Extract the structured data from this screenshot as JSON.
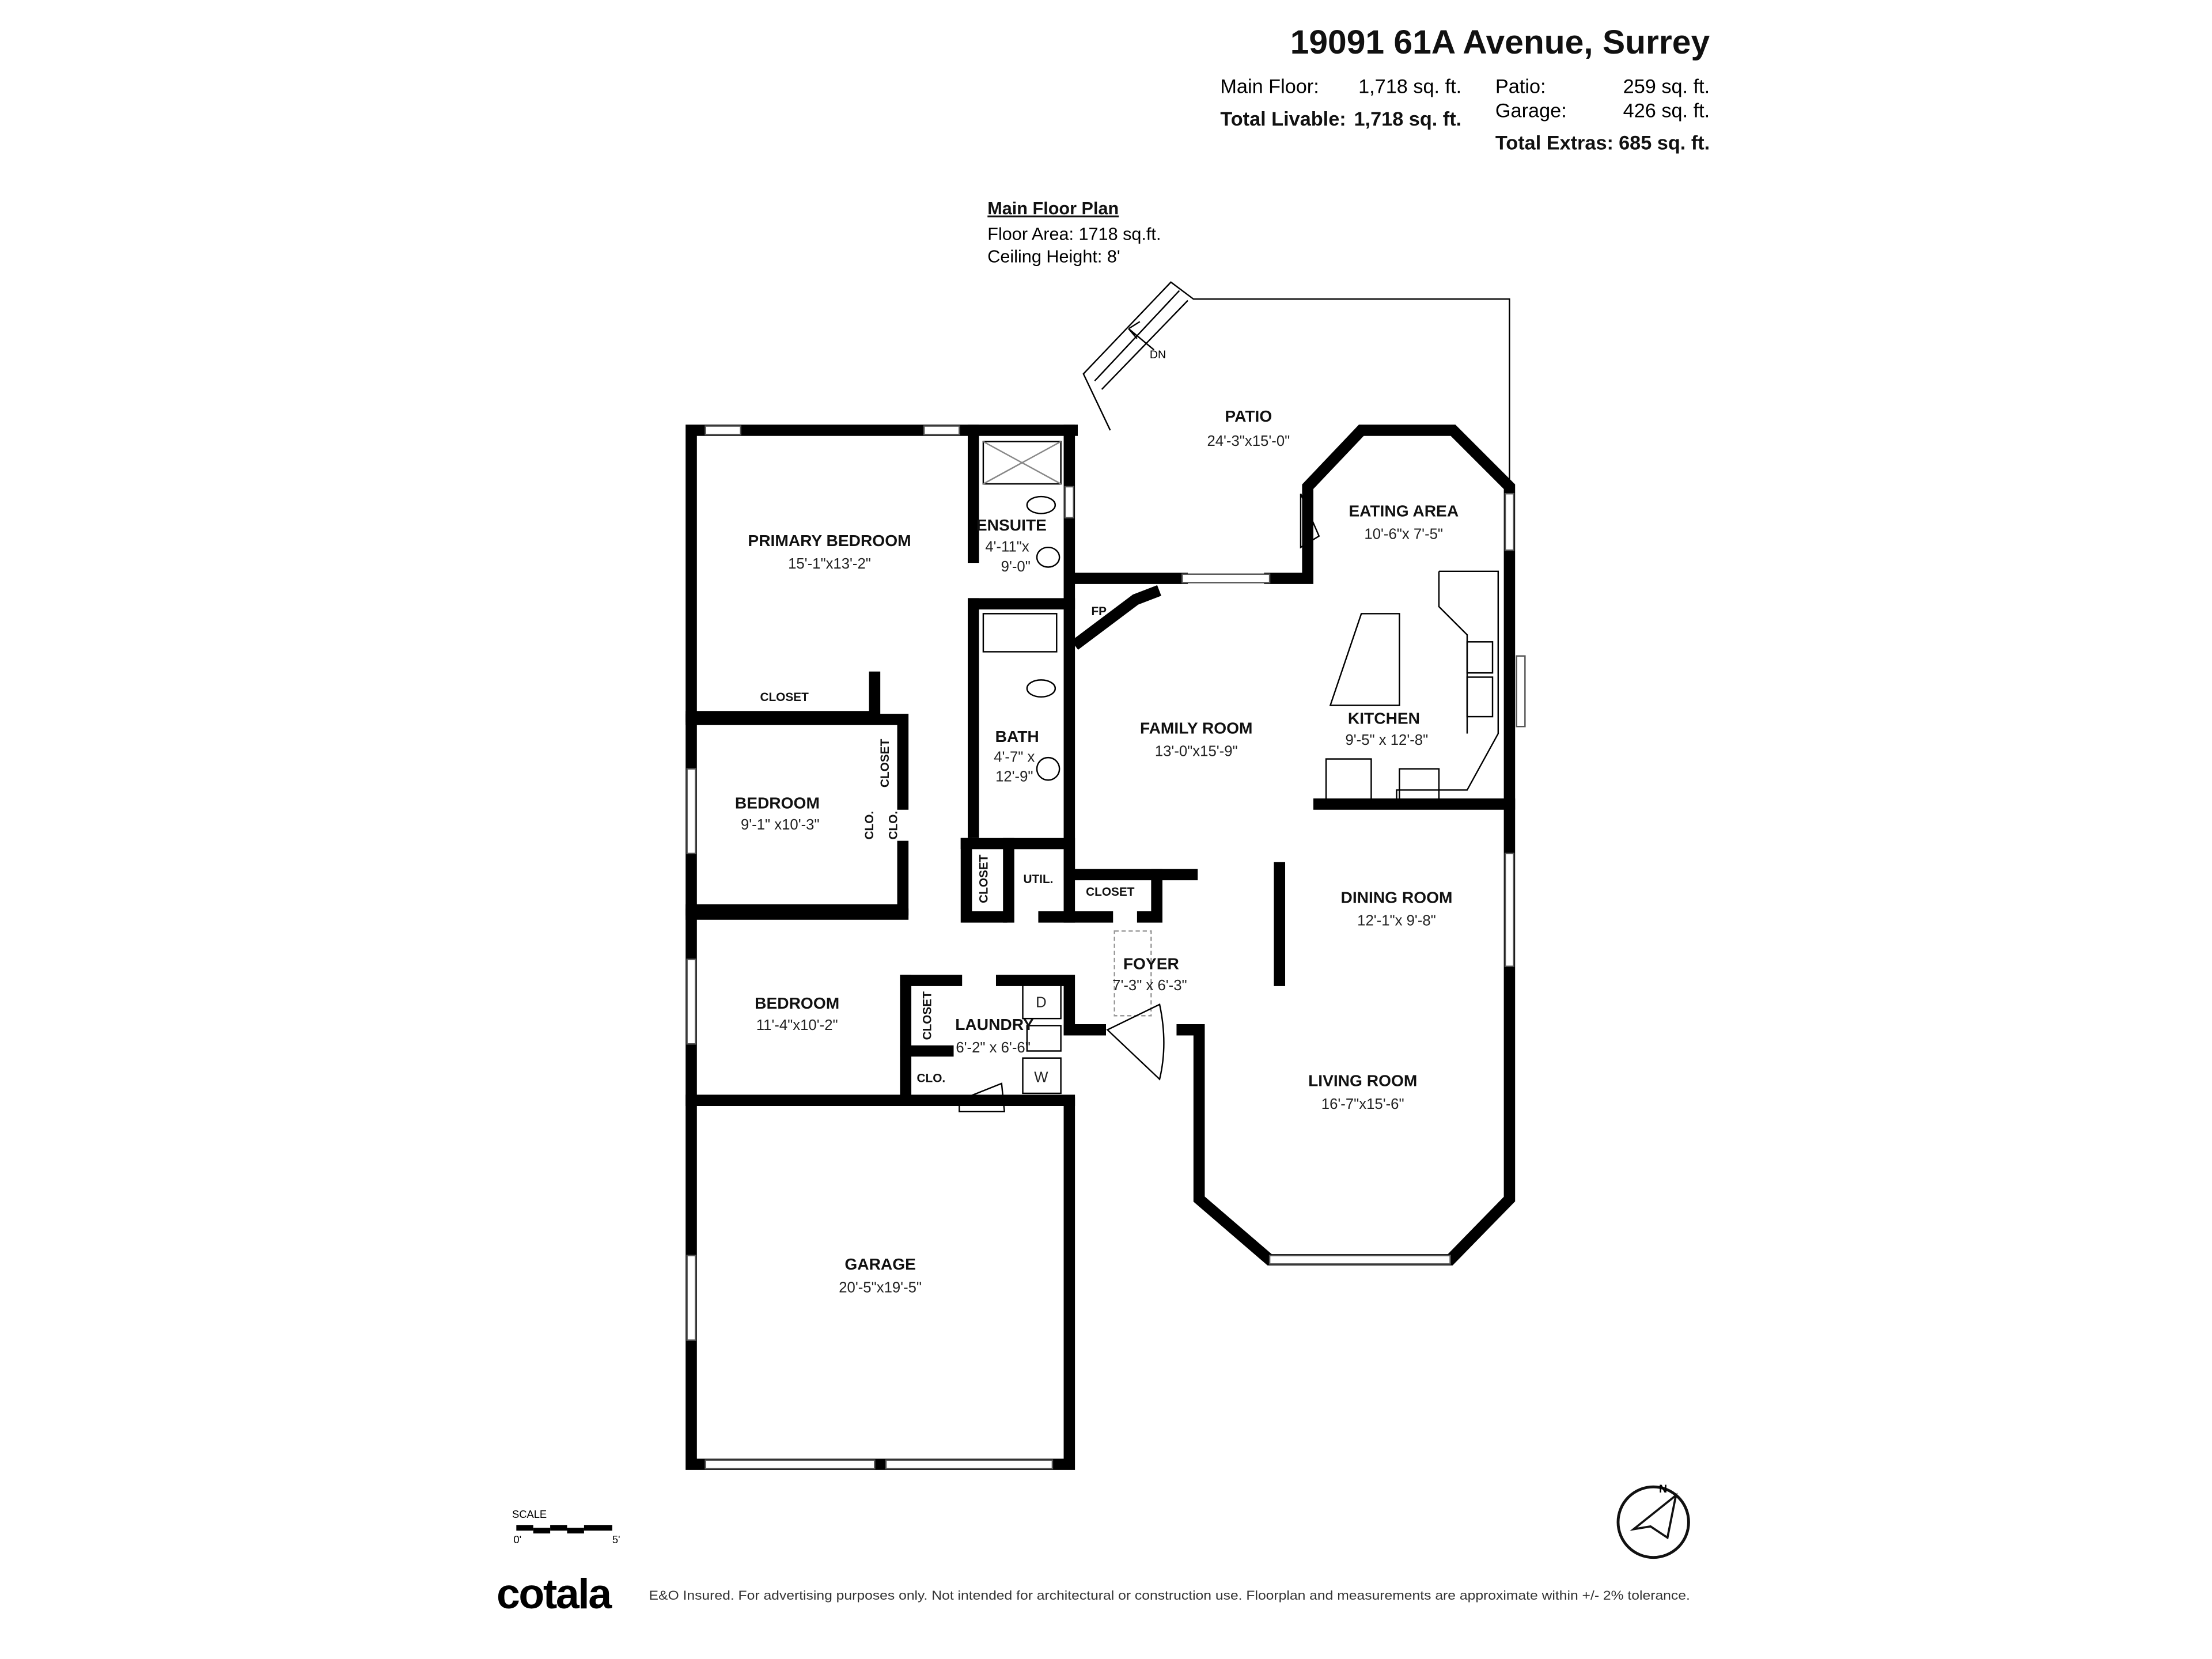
{
  "header": {
    "address": "19091 61A Avenue, Surrey",
    "main_floor_label": "Main Floor:",
    "main_floor_value": "1,718 sq. ft.",
    "total_livable_label": "Total Livable:",
    "total_livable_value": "1,718 sq. ft.",
    "patio_label": "Patio:",
    "patio_value": "259 sq. ft.",
    "garage_label": "Garage:",
    "garage_value": "426 sq. ft.",
    "total_extras_label": "Total Extras:",
    "total_extras_value": "685 sq. ft."
  },
  "plan": {
    "title": "Main Floor Plan",
    "floor_area": "Floor Area: 1718 sq.ft.",
    "ceiling_height": "Ceiling Height: 8'",
    "stair_label": "DN",
    "rooms": [
      {
        "name": "PATIO",
        "dims": "24'-3\"x15'-0\""
      },
      {
        "name": "EATING AREA",
        "dims": "10'-6\"x 7'-5\""
      },
      {
        "name": "PRIMARY BEDROOM",
        "dims": "15'-1\"x13'-2\""
      },
      {
        "name": "ENSUITE",
        "dims": "4'-11\"x",
        "dims2": "9'-0\""
      },
      {
        "name": "KITCHEN",
        "dims": "9'-5\" x 12'-8\""
      },
      {
        "name": "FAMILY ROOM",
        "dims": "13'-0\"x15'-9\""
      },
      {
        "name": "BATH",
        "dims": "4'-7\" x",
        "dims2": "12'-9\""
      },
      {
        "name": "BEDROOM",
        "dims": "9'-1\" x10'-3\""
      },
      {
        "name": "DINING ROOM",
        "dims": "12'-1\"x 9'-8\""
      },
      {
        "name": "FOYER",
        "dims": "7'-3\" x 6'-3\""
      },
      {
        "name": "BEDROOM",
        "dims": "11'-4\"x10'-2\""
      },
      {
        "name": "LAUNDRY",
        "dims": "6'-2\" x 6'-6\""
      },
      {
        "name": "LIVING ROOM",
        "dims": "16'-7\"x15'-6\""
      },
      {
        "name": "GARAGE",
        "dims": "20'-5\"x19'-5\""
      }
    ],
    "small_labels": {
      "fp": "FP",
      "closet": "CLOSET",
      "clo": "CLO.",
      "util": "UTIL.",
      "dryer": "D",
      "washer": "W"
    }
  },
  "scale": {
    "label": "SCALE",
    "start": "0'",
    "end": "5'"
  },
  "compass": {
    "icon": "north-arrow-icon",
    "label": "N"
  },
  "footer": {
    "logo": "cotala",
    "disclaimer": "E&O Insured. For advertising purposes only. Not intended for architectural or construction use. Floorplan and measurements are approximate within +/- 2% tolerance."
  }
}
